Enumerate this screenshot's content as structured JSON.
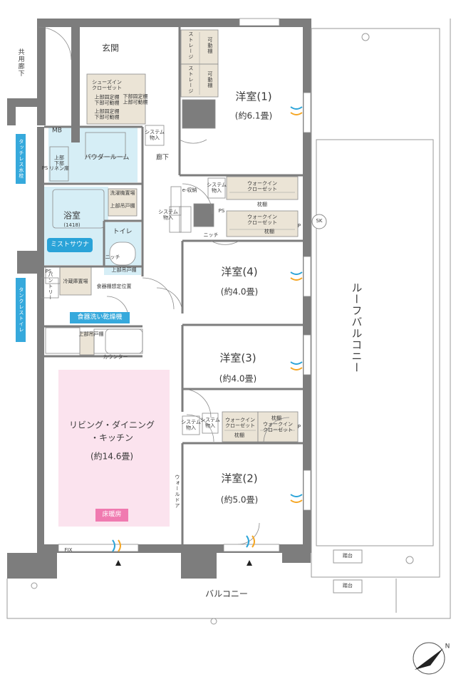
{
  "rooms": {
    "genkan": "玄関",
    "roka": "廊下",
    "powder_room": "パウダールーム",
    "bath": "浴室",
    "bath_size": "(1418)",
    "toilet": "トイレ",
    "western1": "洋室(1)",
    "western1_size": "(約6.1畳)",
    "western4": "洋室(4)",
    "western4_size": "(約4.0畳)",
    "western3": "洋室(3)",
    "western3_size": "(約4.0畳)",
    "western2": "洋室(2)",
    "western2_size": "(約5.0畳)",
    "ldk_line1": "リビング・ダイニング",
    "ldk_line2": "・キッチン",
    "ldk_size": "(約14.6畳)"
  },
  "labels": {
    "common_corridor": "共用廊下",
    "mb": "MB",
    "touchless_faucet": "タッチレス水栓",
    "tankless_toilet": "タンクレストイレ",
    "ps": "PS",
    "ps2": "PS",
    "ps3": "PS",
    "shoes_in_closet": "シューズイン\nクローゼット",
    "upper_fixed_lower_movable_1": "上部固定棚\n下部可動棚",
    "upper_fixed_lower_movable_2": "上部固定棚\n下部可動棚",
    "lower_fixed_upper_movable": "下部固定棚\n上部可動棚",
    "storage_1": "ストレージ",
    "storage_2": "ストレージ",
    "movable_shelf_1": "可動棚",
    "movable_shelf_2": "可動棚",
    "system_storage_1": "システム\n物入",
    "system_storage_2": "システム\n物入",
    "system_storage_3": "システム\n物入",
    "system_storage_4": "システム\n物入",
    "system_storage_5": "システム\n物入",
    "e_storage": "e-収納",
    "walk_in_closet_1": "ウォークイン\nクローゼット",
    "walk_in_closet_2": "ウォークイン\nクローゼット",
    "walk_in_closet_3": "ウォークイン\nクローゼット",
    "walk_in_closet_4": "ウォークイン\nクローゼット",
    "pillow_shelf_1": "枕棚",
    "pillow_shelf_2": "枕棚",
    "pillow_shelf_3": "枕棚",
    "pillow_shelf_4": "枕棚",
    "niche_1": "ニッチ",
    "niche_2": "ニッチ",
    "upper_linen": "上部\n下部\nリネン庫",
    "washer_space": "洗濯機置場",
    "upper_hanging_shelf_1": "上部吊戸棚",
    "upper_hanging_shelf_2": "上部吊戸棚",
    "upper_hanging_shelf_3": "上部吊戸棚",
    "mist_sauna": "ミストサウナ",
    "pantry": "パントリー",
    "fridge_space": "冷蔵庫置場",
    "dish_shelf_space": "食器棚想定位置",
    "dishwasher": "食器洗い乾燥機",
    "counter": "カウンター",
    "floor_heating": "床暖房",
    "fix": "FIX",
    "wall_door": "ウォールドア",
    "roof_balcony": "ルーフバルコニー",
    "balcony": "バルコニー",
    "step_1": "踏台",
    "step_2": "踏台",
    "sk": "SK",
    "p_1": "P",
    "p_2": "P",
    "compass_n": "N"
  },
  "colors": {
    "wall": "#7d7d7d",
    "floor_heating": "#fbe3ee",
    "wet_area": "#d6eef6",
    "accent_blue": "#2aa3d8",
    "tag_blue": "#36a9dc",
    "tag_pink": "#f07ab0",
    "closet_fill": "#ebe4d6",
    "accent_orange": "#f5a623"
  }
}
